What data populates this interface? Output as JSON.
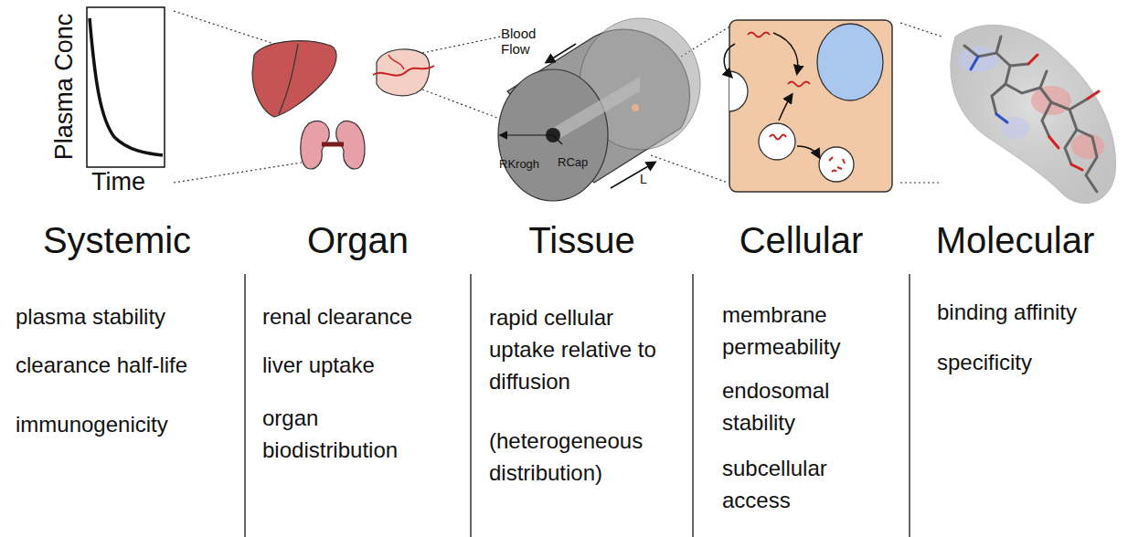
{
  "diagram": {
    "labels": [
      "Plasma Conc",
      "Time",
      "Blood Flow",
      "RKrogh",
      "RCap",
      "L",
      "Systemic",
      "Organ",
      "Tissue",
      "Cellular",
      "Molecular",
      "plasma stability",
      "clearance half-life",
      "immunogenicity",
      "renal clearance",
      "liver uptake",
      "organ biodistribution",
      "rapid cellular uptake relative to diffusion",
      "(heterogeneous distribution)",
      "membrane permeability",
      "endosomal stability",
      "subcellular access",
      "binding affinity",
      "specificity"
    ]
  }
}
